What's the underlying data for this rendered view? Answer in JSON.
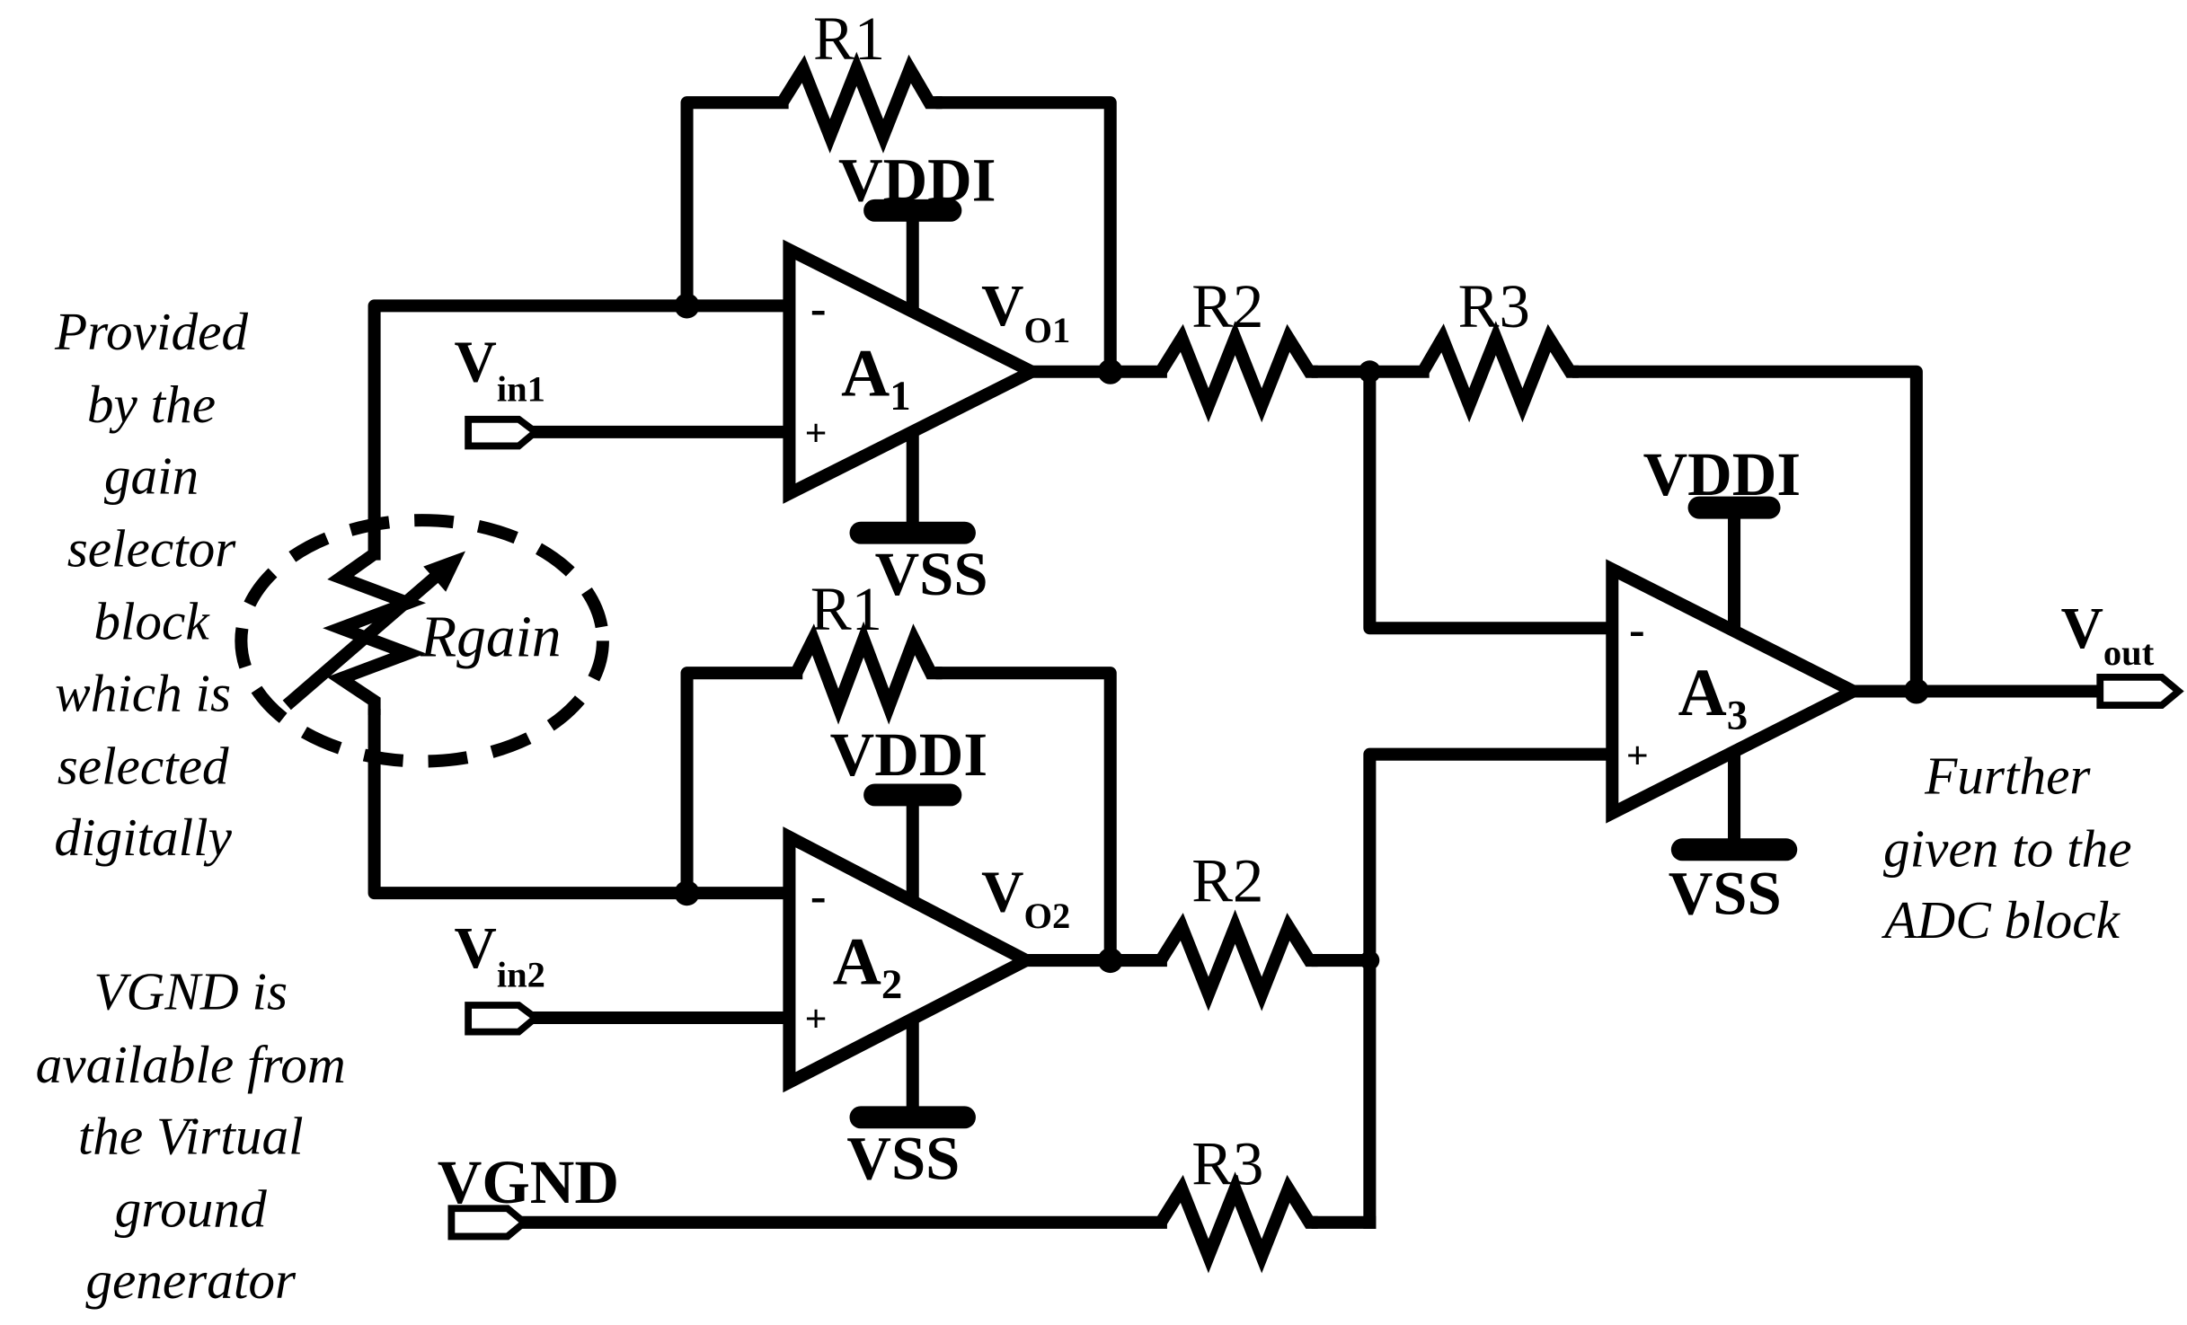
{
  "opamps": {
    "a1": {
      "main": "A",
      "sub": "1",
      "minus": "-",
      "plus": "+"
    },
    "a2": {
      "main": "A",
      "sub": "2",
      "minus": "-",
      "plus": "+"
    },
    "a3": {
      "main": "A",
      "sub": "3",
      "minus": "-",
      "plus": "+"
    }
  },
  "supplies": {
    "vddi": "VDDI",
    "vss": "VSS"
  },
  "resistors": {
    "r1": "R1",
    "r2": "R2",
    "r3": "R3",
    "rgain": "Rgain"
  },
  "nodes": {
    "vin1": {
      "main": "V",
      "sub": "in1"
    },
    "vin2": {
      "main": "V",
      "sub": "in2"
    },
    "vo1": {
      "main": "V",
      "sub": "O1"
    },
    "vo2": {
      "main": "V",
      "sub": "O2"
    },
    "vout": {
      "main": "V",
      "sub": "out"
    },
    "vgnd": "VGND"
  },
  "notes": {
    "gain_selector": [
      "Provided",
      "by the",
      "gain",
      "selector",
      "block",
      "which is",
      "selected",
      "digitally"
    ],
    "vgnd": [
      "VGND is",
      "available from",
      "the Virtual",
      "ground",
      "generator"
    ],
    "adc": [
      "Further",
      "given to the",
      "ADC block"
    ]
  }
}
